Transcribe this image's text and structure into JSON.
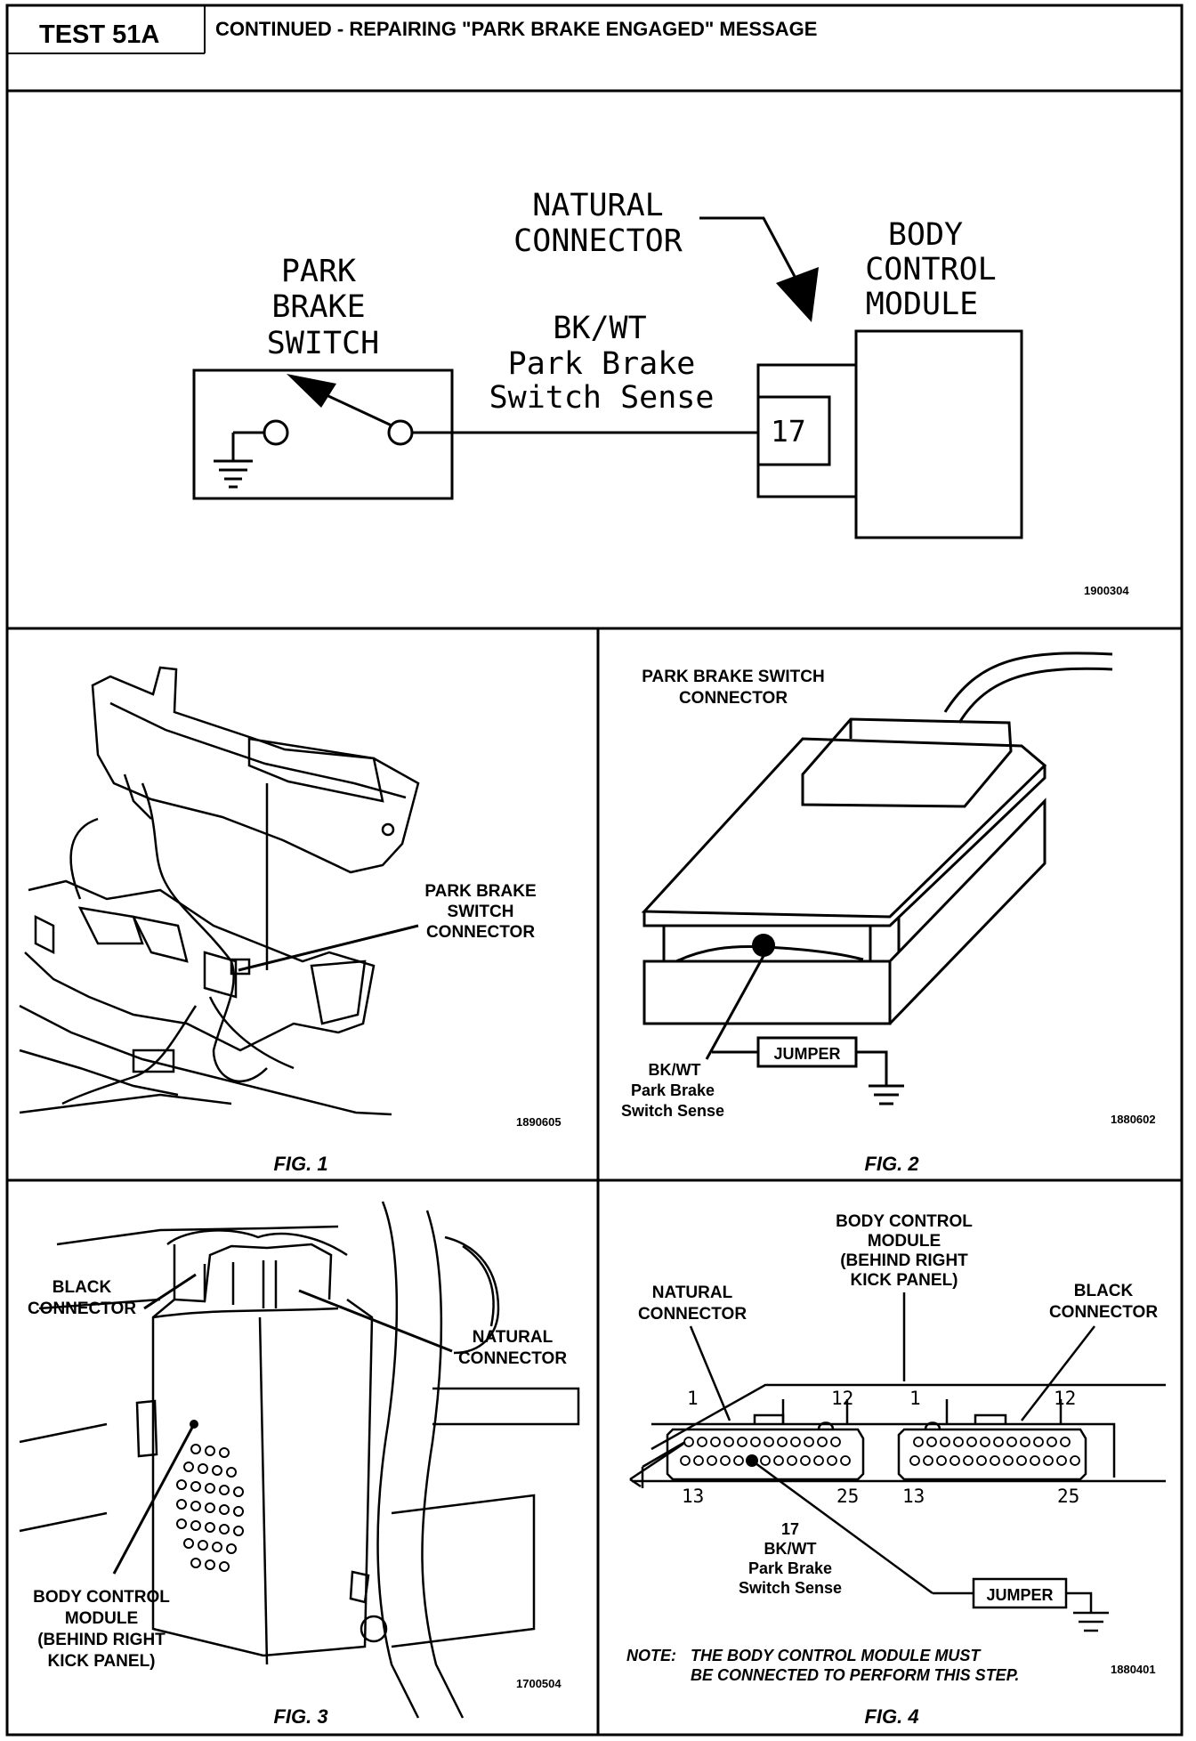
{
  "header": {
    "test_id": "TEST 51A",
    "title": "CONTINUED - REPAIRING \"PARK BRAKE ENGAGED\" MESSAGE"
  },
  "schematic": {
    "switch_label": [
      "PARK",
      "BRAKE",
      "SWITCH"
    ],
    "wire_label": [
      "BK/WT",
      "Park Brake",
      "Switch Sense"
    ],
    "connector_label": [
      "NATURAL",
      "CONNECTOR"
    ],
    "module_label": [
      "BODY",
      "CONTROL",
      "MODULE"
    ],
    "pin": "17",
    "ref": "1900304"
  },
  "fig1": {
    "caption": "FIG. 1",
    "callout": [
      "PARK BRAKE",
      "SWITCH",
      "CONNECTOR"
    ],
    "ref": "1890605"
  },
  "fig2": {
    "caption": "FIG. 2",
    "title": [
      "PARK BRAKE SWITCH",
      "CONNECTOR"
    ],
    "jumper": "JUMPER",
    "wire_label": [
      "BK/WT",
      "Park Brake",
      "Switch Sense"
    ],
    "ref": "1880602"
  },
  "fig3": {
    "caption": "FIG. 3",
    "black_connector": [
      "BLACK",
      "CONNECTOR"
    ],
    "natural_connector": [
      "NATURAL",
      "CONNECTOR"
    ],
    "module": [
      "BODY CONTROL",
      "MODULE",
      "(BEHIND RIGHT",
      "KICK PANEL)"
    ],
    "ref": "1700504"
  },
  "fig4": {
    "caption": "FIG. 4",
    "module": [
      "BODY CONTROL",
      "MODULE",
      "(BEHIND RIGHT",
      "KICK PANEL)"
    ],
    "natural_connector": [
      "NATURAL",
      "CONNECTOR"
    ],
    "black_connector": [
      "BLACK",
      "CONNECTOR"
    ],
    "pin_numbers": {
      "p1": "1",
      "p12": "12",
      "p13": "13",
      "p25": "25"
    },
    "wire_label": [
      "17",
      "BK/WT",
      "Park Brake",
      "Switch Sense"
    ],
    "jumper": "JUMPER",
    "note_label": "NOTE:",
    "note": [
      "THE BODY CONTROL MODULE MUST",
      "BE CONNECTED TO PERFORM THIS STEP."
    ],
    "ref": "1880401"
  }
}
